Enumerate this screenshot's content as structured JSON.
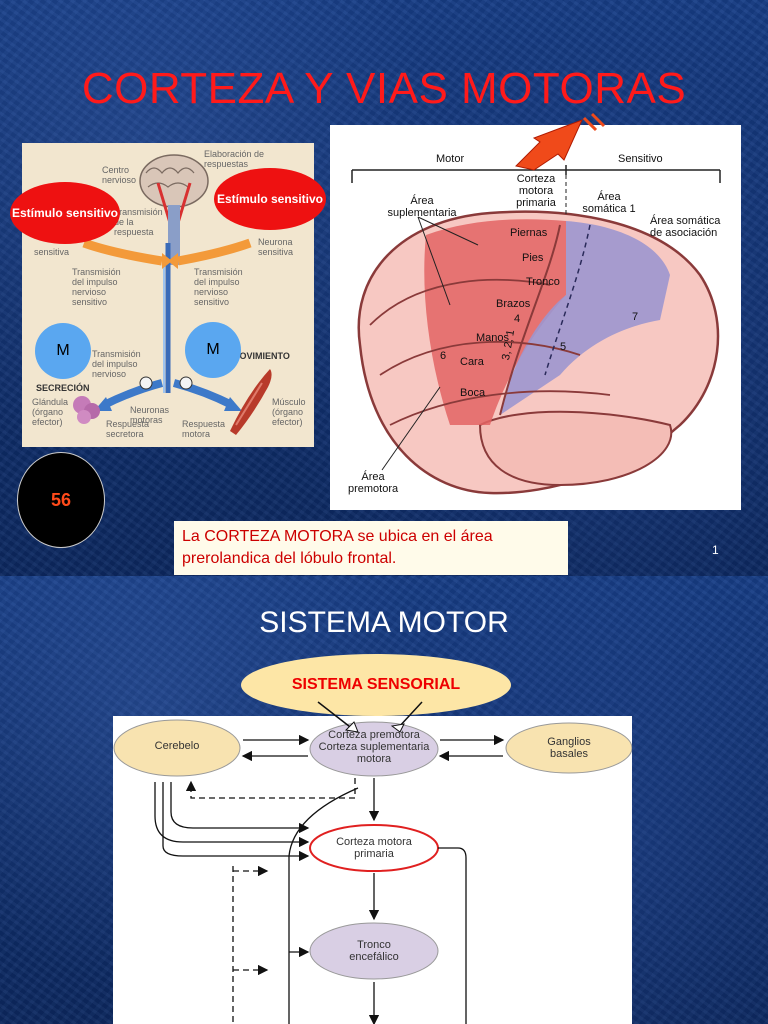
{
  "slide1": {
    "title": "CORTEZA Y VIAS MOTORAS",
    "left_figure": {
      "stimulus_left": "Estímulo sensitivo",
      "stimulus_right": "Estímulo sensitivo",
      "m_left": "M",
      "m_right": "M",
      "labels": {
        "elaboracion": "Elaboración de respuestas",
        "centro_nervioso": "Centro nervioso",
        "transmision_respuesta": "Transmisión de la respuesta",
        "neurona_sensitiva_left": "sensitiva",
        "neurona_sensitiva_right": "Neurona sensitiva",
        "transmision_sensitivo_left": "Transmisión del impulso nervioso sensitivo",
        "transmision_sensitivo_right": "Transmisión del impulso nervioso sensitivo",
        "transmision_impulso": "Transmisión del impulso nervioso",
        "movimiento": "MOVIMIENTO",
        "secrecion": "SECRECIÓN",
        "glandula": "Glándula (órgano efector)",
        "musculo": "Músculo (órgano efector)",
        "neuronas_motoras": "Neuronas motoras",
        "respuesta_secretora": "Respuesta secretora",
        "respuesta_motora": "Respuesta motora"
      }
    },
    "right_figure": {
      "header_motor": "Motor",
      "header_sensitivo": "Sensitivo",
      "corteza_motora": "Corteza motora primaria",
      "area_suplementaria": "Área suplementaria",
      "area_somatica_1": "Área somática 1",
      "area_somatica_asociacion": "Área somática de asociación",
      "area_premotora": "Área premotora",
      "piernas": "Piernas",
      "pies": "Pies",
      "tronco": "Tronco",
      "brazos": "Brazos",
      "manos": "Manos",
      "cara": "Cara",
      "boca": "Boca",
      "n4": "4",
      "n6": "6",
      "n7": "7",
      "n5": "5",
      "n321": "3, 2, 1"
    },
    "badge": "56",
    "caption": "La CORTEZA MOTORA se ubica en el área prerolandica del lóbulo frontal.",
    "page_number": "1"
  },
  "slide2": {
    "title": "SISTEMA MOTOR",
    "sistema_sensorial": "SISTEMA SENSORIAL",
    "nodes": {
      "cerebelo": "Cerebelo",
      "premotora": "Corteza premotora Corteza suplementaria motora",
      "ganglios": "Ganglios basales",
      "primaria": "Corteza motora primaria",
      "tronco": "Tronco encefálico"
    }
  },
  "colors": {
    "title_red": "#ff1a1a",
    "background_blue": "#10306f",
    "motor_area": "#e06060",
    "sensory_area": "#9a93c8"
  }
}
